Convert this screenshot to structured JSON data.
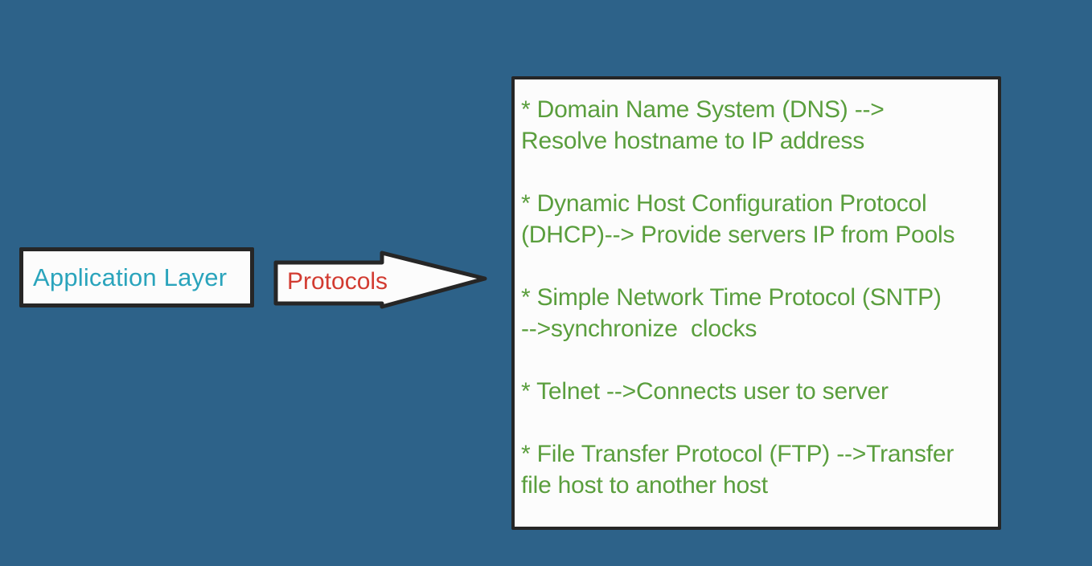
{
  "colors": {
    "background": "#2d6289",
    "panel-fill": "#fcfcfc",
    "outline": "#262626",
    "teal": "#2aa4bc",
    "red": "#d23b31",
    "green": "#5a9e3d"
  },
  "diagram": {
    "application_layer_label": "Application Layer",
    "arrow_label": "Protocols",
    "protocols": [
      {
        "name": "DNS",
        "text": "* Domain Name System (DNS) -->\nResolve hostname to IP address"
      },
      {
        "name": "DHCP",
        "text": "* Dynamic Host Configuration Protocol\n(DHCP)--> Provide servers IP from Pools"
      },
      {
        "name": "SNTP",
        "text": "* Simple Network Time Protocol (SNTP)\n-->synchronize  clocks"
      },
      {
        "name": "Telnet",
        "text": "* Telnet -->Connects user to server"
      },
      {
        "name": "FTP",
        "text": "* File Transfer Protocol (FTP) -->Transfer\nfile host to another host"
      }
    ]
  }
}
